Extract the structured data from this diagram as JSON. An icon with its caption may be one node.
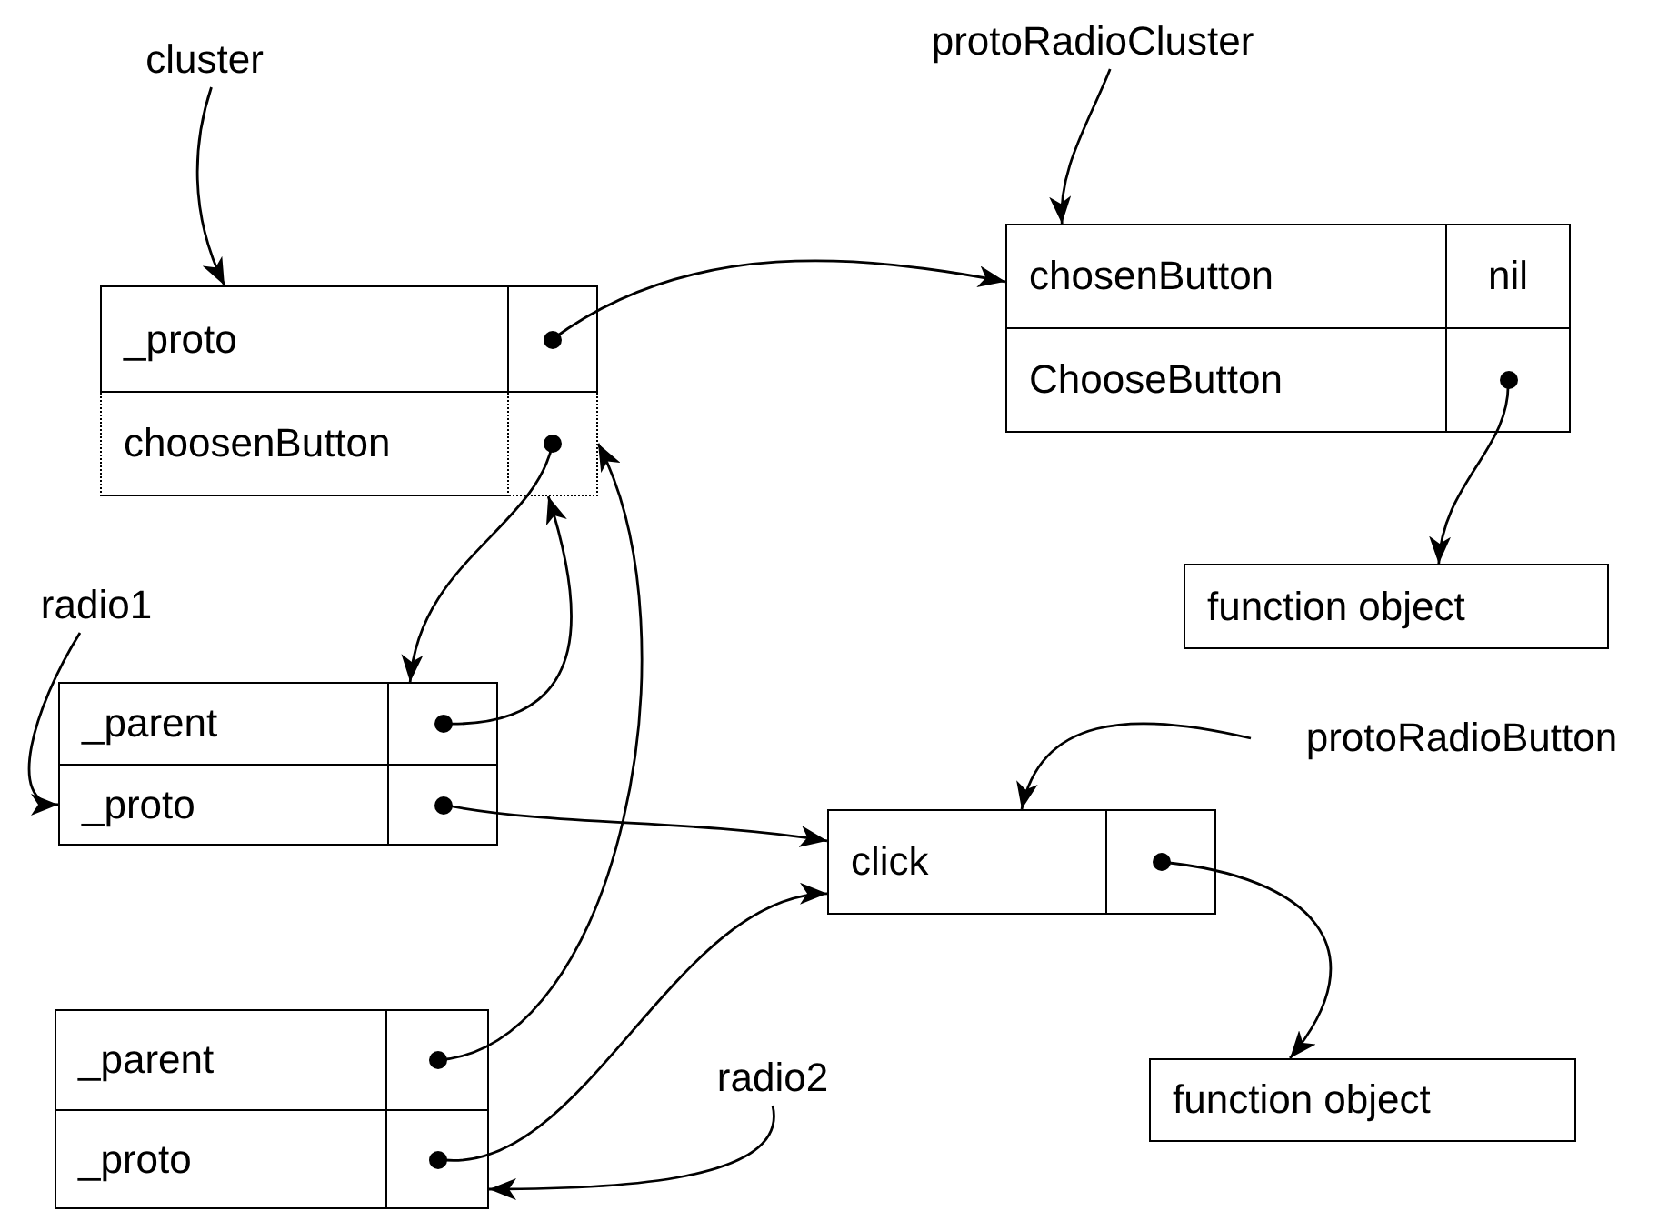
{
  "diagram": {
    "nodes": [
      {
        "text": [
          "cluster"
        ]
      },
      {
        "text": [
          "protoRadioCluster"
        ]
      },
      {
        "text": [],
        "shape": "box"
      },
      {
        "text": [
          "_proto"
        ],
        "in": 2
      },
      {
        "text": [],
        "shape": "box",
        "in": 2
      },
      {
        "text": [
          "choosenButton"
        ],
        "in": 2
      },
      {
        "text": [],
        "shape": "box",
        "in": 2
      },
      {
        "text": [],
        "shape": "box"
      },
      {
        "text": [
          "chosenButton"
        ],
        "in": 7
      },
      {
        "text": [
          "nil"
        ],
        "in": 7
      },
      {
        "text": [
          "ChooseButton"
        ],
        "in": 7
      },
      {
        "text": [],
        "shape": "box",
        "in": 7
      },
      {
        "text": [
          "function object"
        ]
      },
      {
        "text": [
          "radio1"
        ]
      },
      {
        "text": [],
        "shape": "box"
      },
      {
        "text": [
          "_parent"
        ],
        "in": 14
      },
      {
        "text": [],
        "shape": "box",
        "in": 14
      },
      {
        "text": [
          "_proto"
        ],
        "in": 14
      },
      {
        "text": [],
        "shape": "box",
        "in": 14
      },
      {
        "text": [
          "protoRadioButton"
        ]
      },
      {
        "text": [],
        "shape": "box"
      },
      {
        "text": [
          "click"
        ],
        "in": 20
      },
      {
        "text": [],
        "shape": "box",
        "in": 20
      },
      {
        "text": [],
        "shape": "box"
      },
      {
        "text": [
          "_parent"
        ],
        "in": 23
      },
      {
        "text": [],
        "shape": "box",
        "in": 23
      },
      {
        "text": [
          "_proto"
        ],
        "in": 23
      },
      {
        "text": [],
        "shape": "box",
        "in": 23
      },
      {
        "text": [
          "radio2"
        ]
      },
      {
        "text": [
          "function object"
        ]
      }
    ],
    "edges": [
      {
        "from": 0,
        "to": 2,
        "arrow": "to"
      },
      {
        "from": 1,
        "to": 7,
        "arrow": "to"
      },
      {
        "from": 4,
        "to": 8,
        "arrow": "to"
      },
      {
        "from": 11,
        "to": 12,
        "arrow": "to"
      },
      {
        "from": 6,
        "to": 14,
        "arrow": "to"
      },
      {
        "from": 16,
        "to": 2,
        "arrow": "to"
      },
      {
        "from": 13,
        "to": 14,
        "arrow": "to"
      },
      {
        "from": 18,
        "to": 20,
        "arrow": "to"
      },
      {
        "from": 25,
        "to": 2,
        "arrow": "to"
      },
      {
        "from": 27,
        "to": 20,
        "arrow": "to"
      },
      {
        "from": 19,
        "to": 20,
        "arrow": "to"
      },
      {
        "from": 22,
        "to": 29,
        "arrow": "to"
      },
      {
        "from": 28,
        "to": 23,
        "arrow": "to"
      }
    ]
  }
}
